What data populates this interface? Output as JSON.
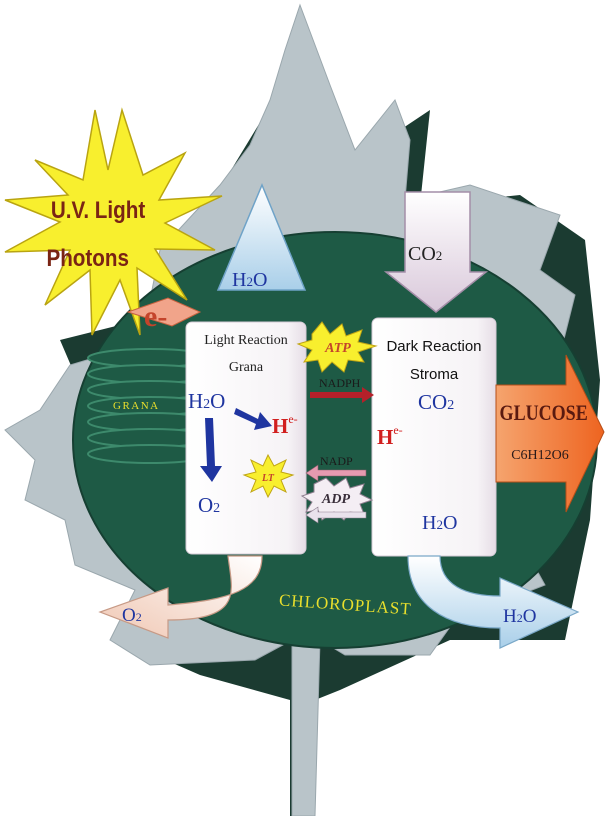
{
  "sun": {
    "line1": "U.V. Light",
    "line2": "Photons"
  },
  "electron": "e-",
  "water_in": {
    "base": "H",
    "sub": "2",
    "tail": "O"
  },
  "co2_in": {
    "base": "CO",
    "sub": "2"
  },
  "light_box": {
    "title": "Light Reaction",
    "subtitle": "Grana",
    "water": {
      "base": "H",
      "sub": "2",
      "tail": "O"
    },
    "hydrogen": {
      "base": "H",
      "sup": "e-"
    },
    "oxygen": {
      "base": "O",
      "sub": "2"
    },
    "energy": "LT"
  },
  "dark_box": {
    "title": "Dark Reaction",
    "subtitle": "Stroma",
    "co2": {
      "base": "CO",
      "sub": "2"
    },
    "hydrogen": {
      "base": "H",
      "sup": "e-"
    },
    "water": {
      "base": "H",
      "sub": "2",
      "tail": "O"
    }
  },
  "transfer": {
    "atp": "ATP",
    "nadph": "NADPH",
    "nadp": "NADP",
    "adp": "ADP"
  },
  "grana_label": "GRANA",
  "chloroplast_label": "CHLOROPLAST",
  "glucose": {
    "title": "GLUCOSE",
    "formula": "C6H12O6"
  },
  "o2_out": {
    "base": "O",
    "sub": "2"
  },
  "h2o_out": {
    "base": "H",
    "sub": "2",
    "tail": "O"
  },
  "colors": {
    "leaf": "#b9c4c9",
    "leaf_shadow": "#1b3b31",
    "chloroplast": "#1e5a45",
    "sun": "#f8ef2e",
    "formula_blue": "#1f35a0",
    "hydrogen_red": "#d11f1f",
    "glucose_orange": "#f07a34",
    "arrow_blue": "#c6dff0",
    "arrow_peach": "#f3d7c6",
    "arrow_lavender": "#e9dde9"
  }
}
